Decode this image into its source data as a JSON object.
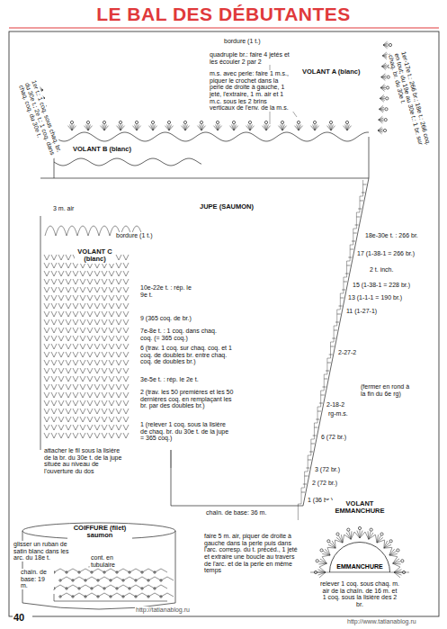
{
  "diagram": {
    "title": "LE BAL DES DÉBUTANTES",
    "nodes": [
      {
        "text": [
          "EMMANCHURE"
        ]
      }
    ],
    "labels": [
      "bordure (1 t.)",
      "quadruple br.: faire 4 jetés et les écouler 2 par 2",
      "m.s. avec perle: faire 1 m.s., piquer le crochet dans la perle de droite à gauche, 1 jeté, l'extraire, 1 m. air et 1 m.c. sous les 2 brins verticaux de l'env. de la m.s.",
      "VOLANT A (blanc)",
      "1er-17e t.: 266 br.; 18e t.: 266 coq. en tout; du 19e au 30e t.: 1 br. sur chaq. br. du 30e t.",
      "1er t.: 1 coq. sous chaq. br. du 30e t.; 2e t.: 1 coq. dans chaq. coq. du 30e t.",
      "VOLANT B (blanc)",
      "JUPE (SAUMON)",
      "3 m. air",
      "bordure (1 t.)",
      "VOLANT C (blanc)",
      "10e-22e t. : rép. le 9e t.",
      "9 (365 coq. de br.)",
      "7e-8e t. : 1 coq. dans chaq. coq. (= 365 coq.)",
      "6 (trav. 1 coq. sur chaq. coq. et 1 coq. de doubles br. entre chaq. coq. de doubles br.)",
      "3e-5e t. : rép. le 2e t.",
      "2 (trav. les 50 premières et les 50 dernières coq. en remplaçant les br. par des doubles br.)",
      "1 (relever 1 coq. sous la lisière de chaq. br. du 30e t. de la jupe = 365 coq.)",
      "attacher le fil sous la lisière de la br. du 30e t. de la jupe située au niveau de l'ouverture du dos",
      "18e-30e t. : 266 br.",
      "17 (1-38-1 = 266 br.)",
      "2 t. inch.",
      "15 (1-38-1 = 228 br.)",
      "13 (1-1-1 = 190 br.)",
      "11 (1-27-1)",
      "2-27-2",
      "(fermer en rond à la fin du 6e rg)",
      "2-18-2",
      "rg-m.s.",
      "6 (72 br.)",
      "3 (72 br.)",
      "2 (72 br.)",
      "1 (36 br.)",
      "chaîn. de base: 36 m.",
      "COIFFURE (filet) saumon",
      "glisser un ruban de satin blanc dans les arc. du 18e t.",
      "cont. en tubulaire",
      "chaîn. de base: 19 m.",
      "faire 5 m. air, piquer de droite à gauche dans la perle puis dans l'arc. corresp. du t. précéd., 1 jeté et extraire une boucle au travers de l'arc. et de la perle en même temps",
      "VOLANT EMMANCHURE",
      "relever 1 coq. sous chaq. m. air de la chaîn. de 16 m. et 1 coq. sous la lisière des 2 br.",
      "40",
      "http://tatianablog.ru",
      "http://www.tatianablog.ru"
    ]
  }
}
